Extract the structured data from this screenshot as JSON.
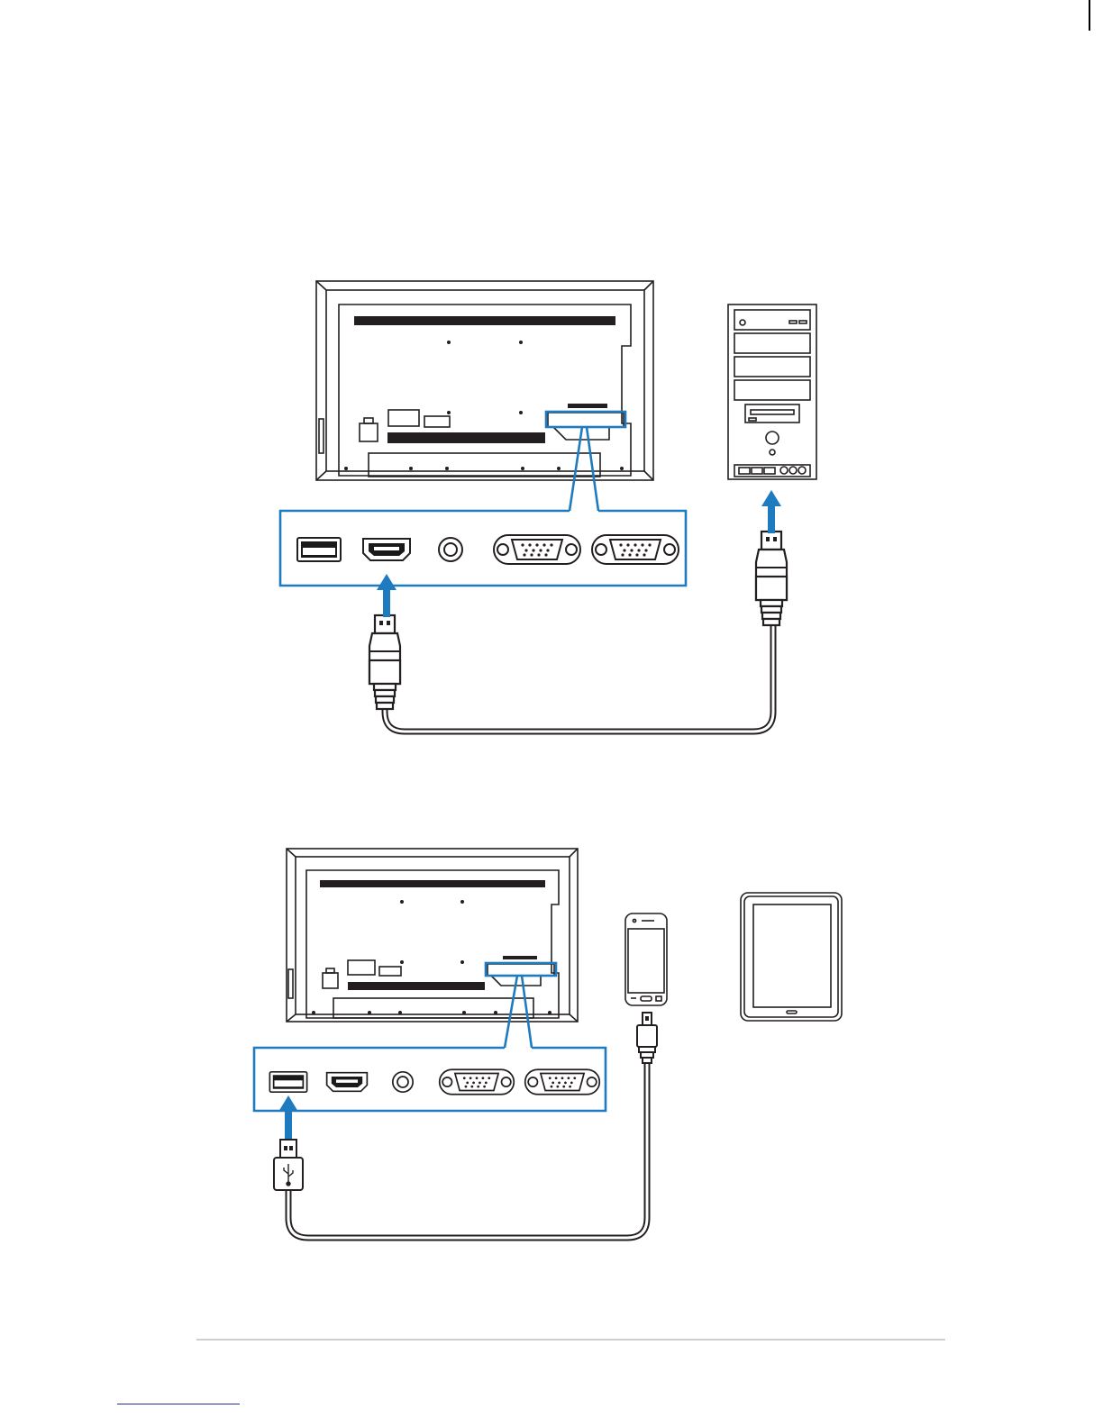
{
  "page": {
    "background": "#ffffff"
  },
  "colors": {
    "line": "#231f20",
    "accent": "#1f7bbf",
    "rule": "#bdbdbd",
    "dark_fill": "#1a1a1a"
  },
  "diagrams": [
    {
      "id": "computer-connection",
      "source_device": "desktop-computer",
      "cable": "displayport-cable",
      "target_port": "hdmi-port",
      "port_panel": [
        "usb-port",
        "hdmi-port",
        "audio-jack",
        "vga-port",
        "vga-port"
      ]
    },
    {
      "id": "mobile-connection",
      "source_devices": [
        "smartphone",
        "tablet"
      ],
      "cable": "usb-to-micro-usb-cable",
      "target_port": "usb-port",
      "port_panel": [
        "usb-port",
        "hdmi-port",
        "audio-jack",
        "vga-port",
        "vga-port"
      ]
    }
  ]
}
